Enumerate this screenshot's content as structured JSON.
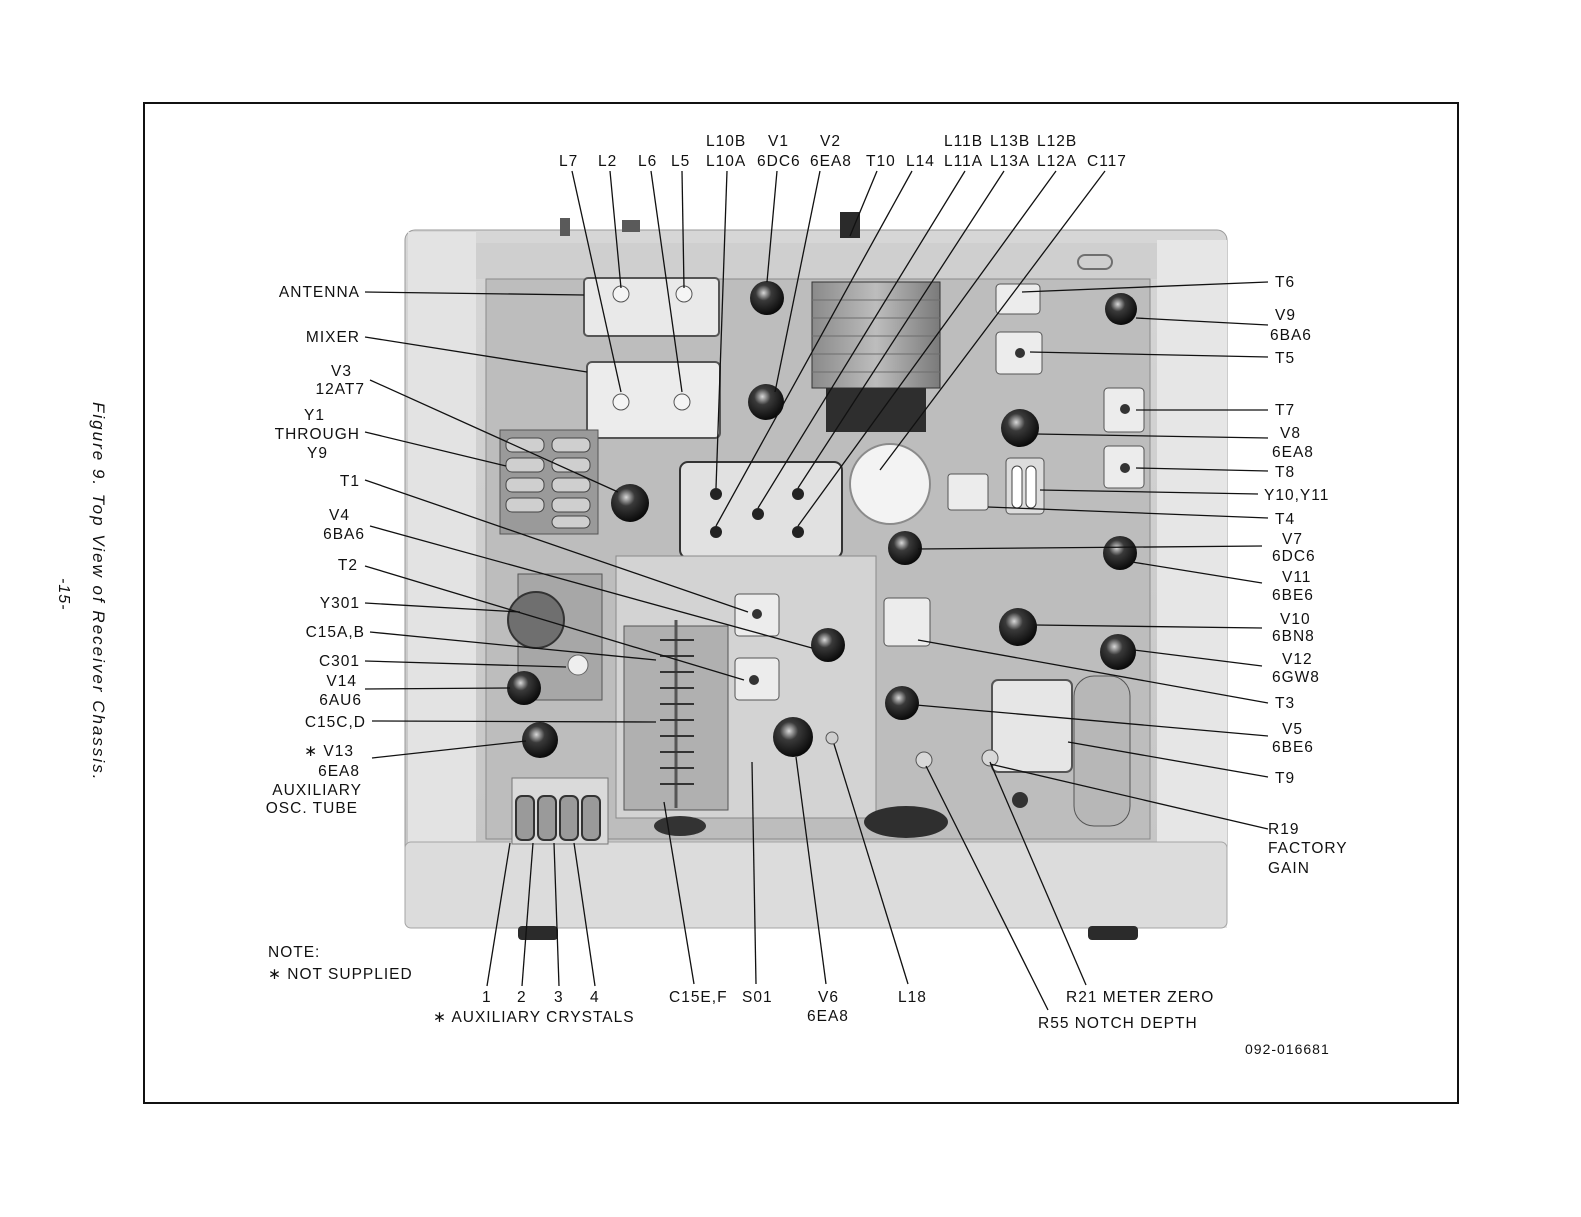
{
  "figure": {
    "caption": "Figure 9.  Top View of Receiver Chassis.",
    "page_number": "-15-",
    "part_number": "092-016681",
    "note_title": "NOTE:",
    "note_text": "∗ NOT SUPPLIED"
  },
  "callouts": {
    "top": [
      {
        "id": "L7",
        "text": "L7"
      },
      {
        "id": "L2",
        "text": "L2"
      },
      {
        "id": "L6",
        "text": "L6"
      },
      {
        "id": "L5",
        "text": "L5"
      },
      {
        "id": "L10B",
        "text": "L10B"
      },
      {
        "id": "L10A",
        "text": "L10A"
      },
      {
        "id": "V1",
        "text": "V1"
      },
      {
        "id": "6DC6",
        "text": "6DC6"
      },
      {
        "id": "V2",
        "text": "V2"
      },
      {
        "id": "6EA8",
        "text": "6EA8"
      },
      {
        "id": "T10",
        "text": "T10"
      },
      {
        "id": "L14",
        "text": "L14"
      },
      {
        "id": "L11B",
        "text": "L11B"
      },
      {
        "id": "L11A",
        "text": "L11A"
      },
      {
        "id": "L13B",
        "text": "L13B"
      },
      {
        "id": "L13A",
        "text": "L13A"
      },
      {
        "id": "L12B",
        "text": "L12B"
      },
      {
        "id": "L12A",
        "text": "L12A"
      },
      {
        "id": "C117",
        "text": "C117"
      }
    ],
    "left": [
      {
        "id": "ANTENNA",
        "text": "ANTENNA"
      },
      {
        "id": "MIXER",
        "text": "MIXER"
      },
      {
        "id": "V3",
        "text": "V3"
      },
      {
        "id": "12AT7",
        "text": "12AT7"
      },
      {
        "id": "Y1",
        "text": "Y1"
      },
      {
        "id": "THROUGH",
        "text": "THROUGH"
      },
      {
        "id": "Y9",
        "text": "Y9"
      },
      {
        "id": "T1",
        "text": "T1"
      },
      {
        "id": "V4",
        "text": "V4"
      },
      {
        "id": "6BA6a",
        "text": "6BA6"
      },
      {
        "id": "T2",
        "text": "T2"
      },
      {
        "id": "Y301",
        "text": "Y301"
      },
      {
        "id": "C15AB",
        "text": "C15A,B"
      },
      {
        "id": "C301",
        "text": "C301"
      },
      {
        "id": "V14",
        "text": "V14"
      },
      {
        "id": "6AU6",
        "text": "6AU6"
      },
      {
        "id": "C15CD",
        "text": "C15C,D"
      },
      {
        "id": "V13",
        "text": "∗ V13"
      },
      {
        "id": "6EA8b",
        "text": "6EA8"
      },
      {
        "id": "AUX",
        "text": "AUXILIARY"
      },
      {
        "id": "OSC",
        "text": "OSC. TUBE"
      }
    ],
    "right": [
      {
        "id": "T6",
        "text": "T6"
      },
      {
        "id": "V9",
        "text": "V9"
      },
      {
        "id": "6BA6b",
        "text": "6BA6"
      },
      {
        "id": "T5",
        "text": "T5"
      },
      {
        "id": "T7",
        "text": "T7"
      },
      {
        "id": "V8",
        "text": "V8"
      },
      {
        "id": "6EA8c",
        "text": "6EA8"
      },
      {
        "id": "T8",
        "text": "T8"
      },
      {
        "id": "Y10Y11",
        "text": "Y10,Y11"
      },
      {
        "id": "T4",
        "text": "T4"
      },
      {
        "id": "V7",
        "text": "V7"
      },
      {
        "id": "6DC6b",
        "text": "6DC6"
      },
      {
        "id": "V11",
        "text": "V11"
      },
      {
        "id": "6BE6a",
        "text": "6BE6"
      },
      {
        "id": "V10",
        "text": "V10"
      },
      {
        "id": "6BN8",
        "text": "6BN8"
      },
      {
        "id": "V12",
        "text": "V12"
      },
      {
        "id": "6GW8",
        "text": "6GW8"
      },
      {
        "id": "T3",
        "text": "T3"
      },
      {
        "id": "V5",
        "text": "V5"
      },
      {
        "id": "6BE6b",
        "text": "6BE6"
      },
      {
        "id": "T9",
        "text": "T9"
      },
      {
        "id": "R19",
        "text": "R19"
      },
      {
        "id": "FACTORY",
        "text": "FACTORY"
      },
      {
        "id": "GAIN",
        "text": "GAIN"
      }
    ],
    "bottom": [
      {
        "id": "X1",
        "text": "1"
      },
      {
        "id": "X2",
        "text": "2"
      },
      {
        "id": "X3",
        "text": "3"
      },
      {
        "id": "X4",
        "text": "4"
      },
      {
        "id": "AUXCRY",
        "text": "∗ AUXILIARY CRYSTALS"
      },
      {
        "id": "C15EF",
        "text": "C15E,F"
      },
      {
        "id": "S01",
        "text": "S01"
      },
      {
        "id": "V6",
        "text": "V6"
      },
      {
        "id": "6EA8d",
        "text": "6EA8"
      },
      {
        "id": "L18",
        "text": "L18"
      },
      {
        "id": "R21",
        "text": "R21 METER ZERO"
      },
      {
        "id": "R55",
        "text": "R55 NOTCH DEPTH"
      }
    ]
  }
}
